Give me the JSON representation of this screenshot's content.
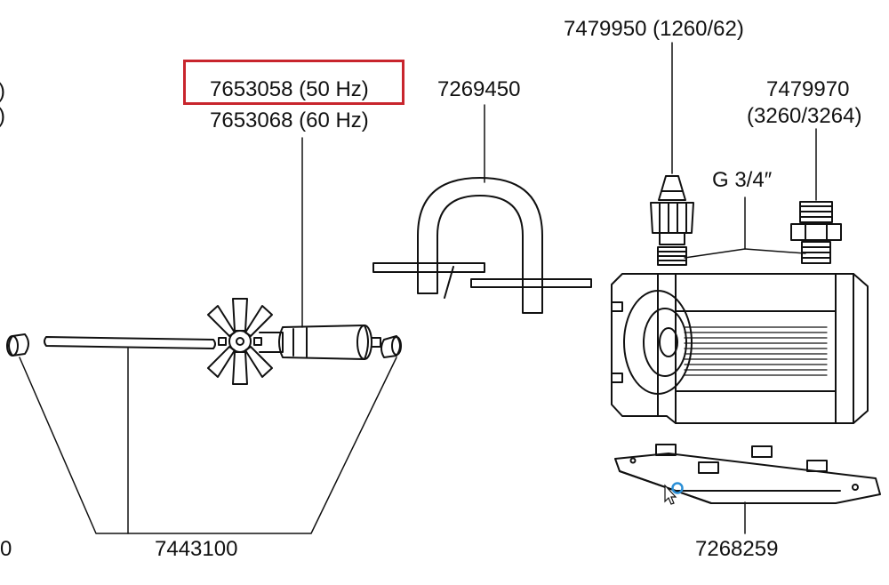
{
  "labels": {
    "left_paren_1": ")",
    "left_paren_2": ")",
    "left_zero": "0",
    "rotor_50hz": "7653058  (50 Hz)",
    "rotor_60hz": "7653068  (60 Hz)",
    "clip": "7269450",
    "nozzle": "7479950 (1260/62)",
    "adapter": "7479970",
    "adapter_models": "(3260/3264)",
    "thread": "G 3/4″",
    "bearings_shaft": "7443100",
    "base_plate": "7268259"
  },
  "highlight": {
    "target": "rotor_50hz",
    "color": "#c8252d"
  },
  "colors": {
    "line": "#111111",
    "cursor_ring": "#2b8fd6"
  }
}
